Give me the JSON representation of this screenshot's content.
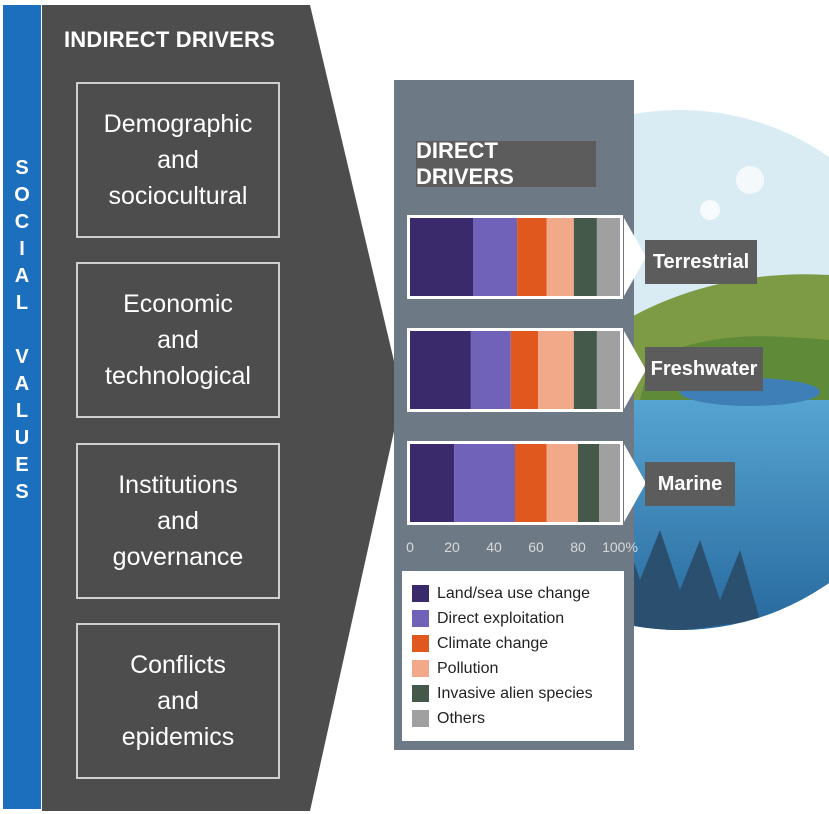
{
  "social_values": {
    "word1": [
      "S",
      "O",
      "C",
      "I",
      "A",
      "L"
    ],
    "word2": [
      "V",
      "A",
      "L",
      "U",
      "E",
      "S"
    ]
  },
  "indirect": {
    "title": "INDIRECT DRIVERS",
    "boxes": [
      "Demographic\nand\nsociocultural",
      "Economic\nand\ntechnological",
      "Institutions\nand\ngovernance",
      "Conflicts\nand\nepidemics"
    ]
  },
  "direct": {
    "title": "DIRECT DRIVERS"
  },
  "realms": [
    "Terrestrial",
    "Freshwater",
    "Marine"
  ],
  "colors": {
    "social_band": "#1b6fbd",
    "indirect_arrow": "#4d4d4d",
    "land_sea": "#3b2a6b",
    "direct_exploitation": "#6f62b8",
    "climate": "#e0581e",
    "pollution": "#f1a98a",
    "invasive": "#45594a",
    "others": "#a0a0a0"
  },
  "chart_data": {
    "type": "bar",
    "orientation": "horizontal",
    "stacked": true,
    "categories": [
      "Terrestrial",
      "Freshwater",
      "Marine"
    ],
    "series": [
      {
        "name": "Land/sea use change",
        "color": "#3b2a6b",
        "values": [
          30,
          29,
          21
        ]
      },
      {
        "name": "Direct exploitation",
        "color": "#6f62b8",
        "values": [
          21,
          19,
          29
        ]
      },
      {
        "name": "Climate change",
        "color": "#e0581e",
        "values": [
          14,
          13,
          15
        ]
      },
      {
        "name": "Pollution",
        "color": "#f1a98a",
        "values": [
          13,
          17,
          15
        ]
      },
      {
        "name": "Invasive alien species",
        "color": "#45594a",
        "values": [
          11,
          11,
          10
        ]
      },
      {
        "name": "Others",
        "color": "#a0a0a0",
        "values": [
          11,
          11,
          10
        ]
      }
    ],
    "xlim": [
      0,
      100
    ],
    "xticks": [
      "0",
      "20",
      "40",
      "60",
      "80",
      "100%"
    ],
    "legend": "bottom"
  }
}
